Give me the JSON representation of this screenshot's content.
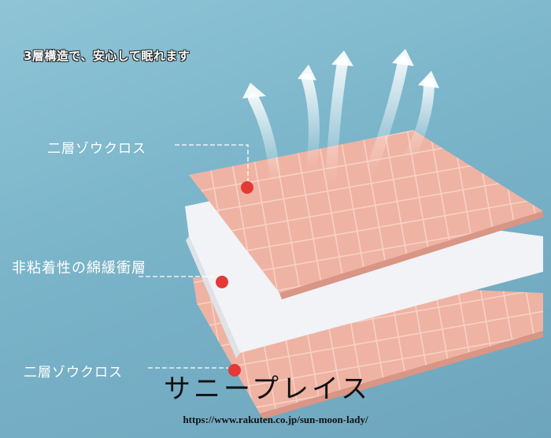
{
  "headline": "3層構造で、安心して眠れます",
  "labels": {
    "top_layer": "二層ゾウクロス",
    "middle_layer": "非粘着性の綿緩衝層",
    "bottom_layer": "二層ゾウクロス"
  },
  "brand": "サニープレイス",
  "url": "https://www.rakuten.co.jp/sun-moon-lady/",
  "colors": {
    "pad": "#efb3a3",
    "marker": "#e53935",
    "background": "#7ab4c9"
  }
}
